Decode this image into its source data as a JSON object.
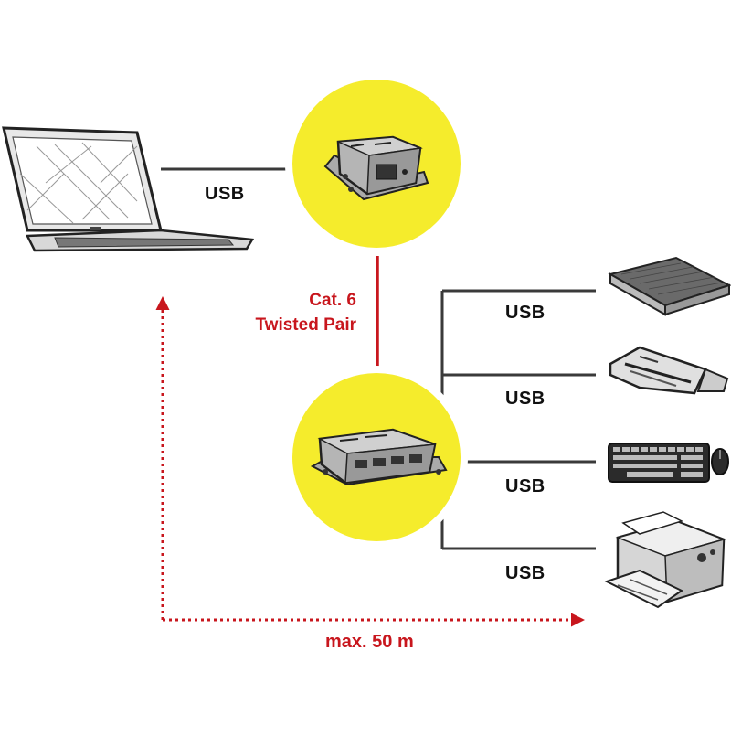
{
  "colors": {
    "circle_fill": "#f5ec2c",
    "cable_gray": "#3a3a3a",
    "cat6_red": "#c8161d",
    "distance_red": "#c8161d",
    "device_dark": "#2b2b2b"
  },
  "labels": {
    "laptop_usb": "USB",
    "cable_line1": "Cat. 6",
    "cable_line2": "Twisted Pair",
    "distance": "max. 50 m",
    "device_usb": [
      "USB",
      "USB",
      "USB",
      "USB"
    ]
  },
  "icons": {
    "computer": "laptop-icon",
    "sender": "usb-extender-sender-icon",
    "receiver": "usb-extender-receiver-hub-icon",
    "devices": [
      "external-hard-drive-icon",
      "card-reader-icon",
      "keyboard-mouse-icon",
      "printer-icon"
    ]
  }
}
